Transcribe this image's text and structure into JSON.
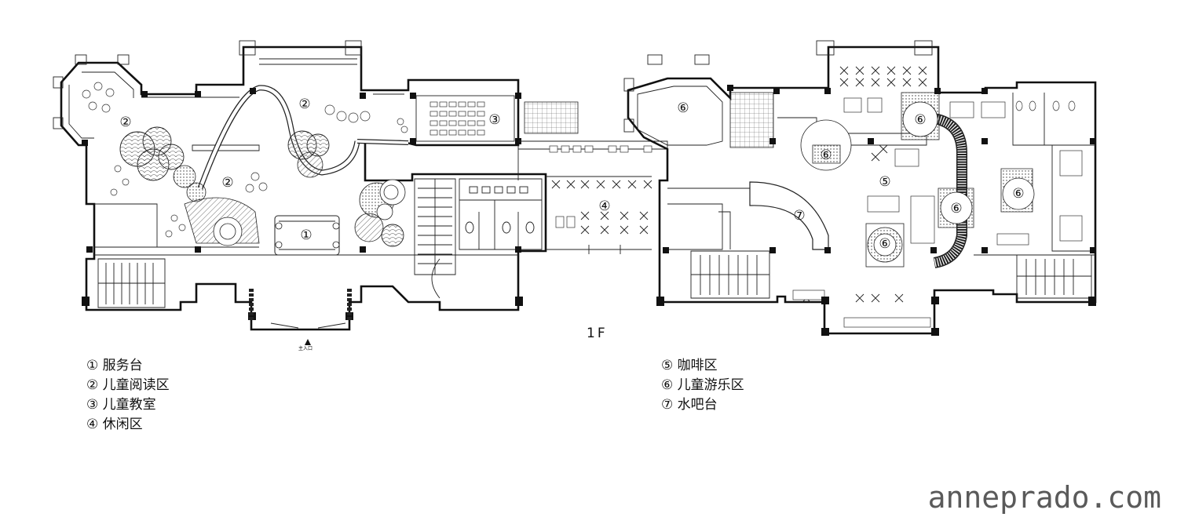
{
  "floor_label": "1F",
  "entrance_label": "主入口",
  "area_markers": {
    "m1": "①",
    "m2": "②",
    "m3": "③",
    "m4": "④",
    "m5": "⑤",
    "m6": "⑥",
    "m7": "⑦"
  },
  "legend": {
    "left": [
      "① 服务台",
      "② 儿童阅读区",
      "③ 儿童教室",
      "④ 休闲区"
    ],
    "right": [
      "⑤ 咖啡区",
      "⑥ 儿童游乐区",
      "⑦ 水吧台"
    ]
  },
  "watermark": "anneprado.com"
}
